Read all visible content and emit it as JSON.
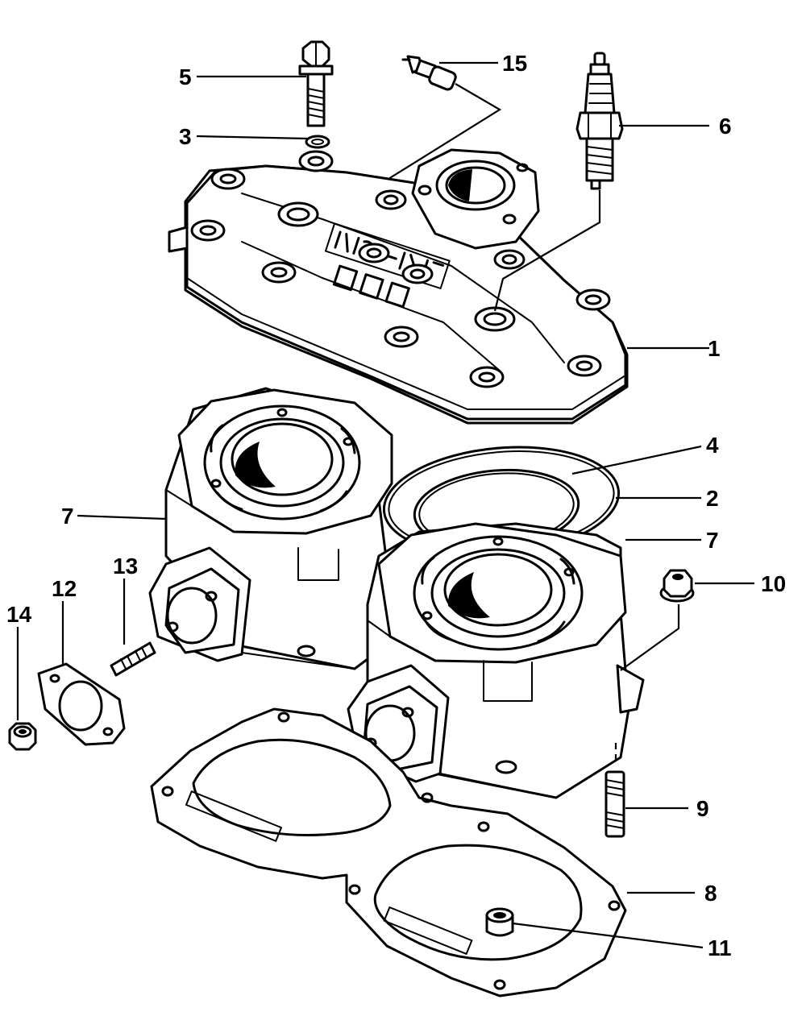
{
  "callouts": {
    "c1": "1",
    "c2": "2",
    "c3": "3",
    "c4": "4",
    "c5": "5",
    "c6": "6",
    "c7a": "7",
    "c7b": "7",
    "c8": "8",
    "c9": "9",
    "c10": "10",
    "c11": "11",
    "c12": "12",
    "c13": "13",
    "c14": "14",
    "c15": "15"
  }
}
